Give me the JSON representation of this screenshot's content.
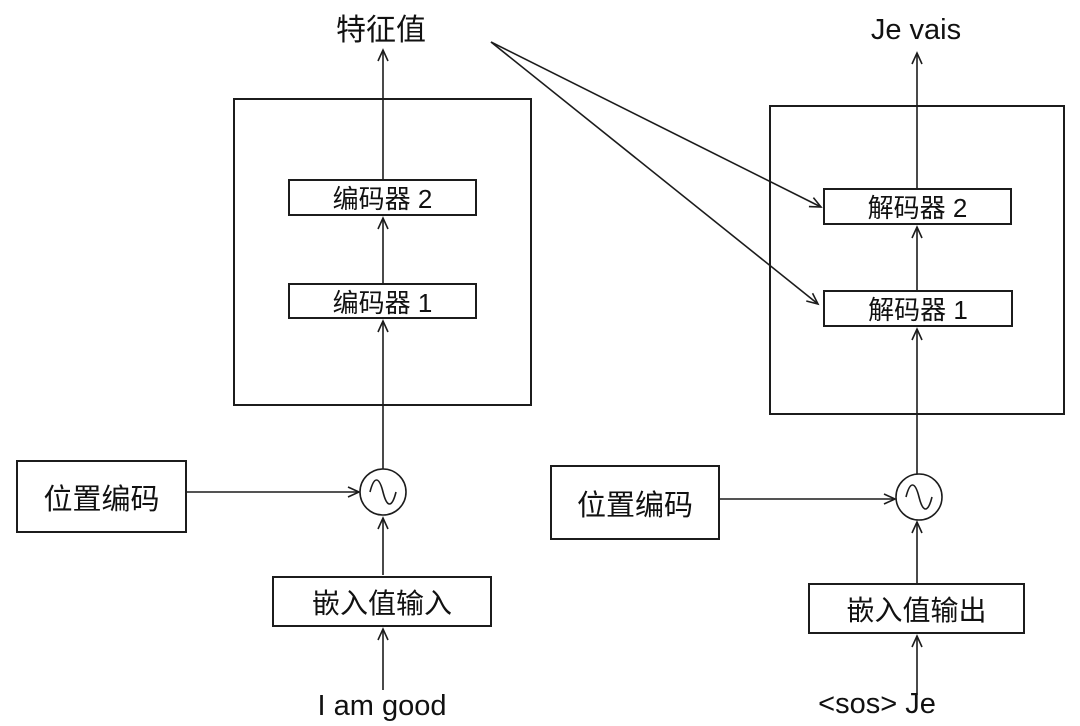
{
  "encoder": {
    "output_label": "特征值",
    "stack": [
      "编码器 2",
      "编码器 1"
    ],
    "positional_encoding": "位置编码",
    "embedding": "嵌入值输入",
    "input": "I am good"
  },
  "decoder": {
    "output_label": "Je vais",
    "stack": [
      "解码器 2",
      "解码器 1"
    ],
    "positional_encoding": "位置编码",
    "embedding": "嵌入值输出",
    "input": "<sos> Je"
  },
  "icons": {
    "left_combiner": "sine-wave-circle",
    "right_combiner": "sine-wave-circle"
  },
  "colors": {
    "line": "#1c1c1c",
    "background": "#ffffff"
  }
}
